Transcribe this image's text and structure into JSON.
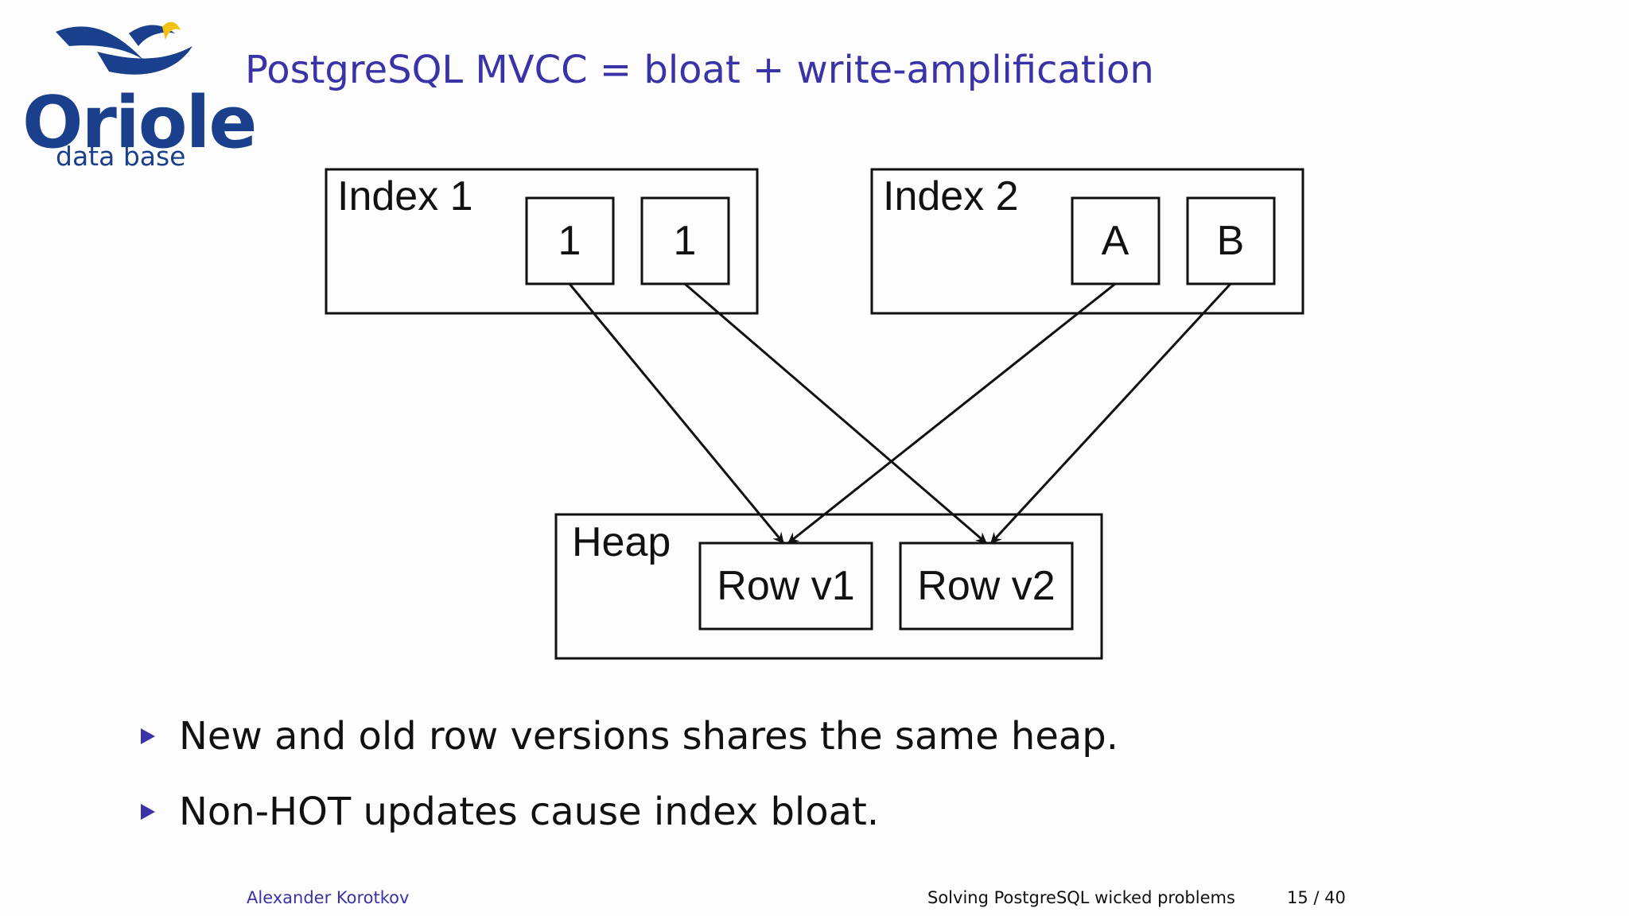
{
  "logo": {
    "name": "Oriole",
    "subtitle": "data base",
    "colors": {
      "primary": "#1a3f8c",
      "accent": "#f2c20c"
    }
  },
  "slide": {
    "title": "PostgreSQL MVCC = bloat + write-amplification"
  },
  "diagram": {
    "index1": {
      "label": "Index 1",
      "entries": [
        "1",
        "1"
      ]
    },
    "index2": {
      "label": "Index 2",
      "entries": [
        "A",
        "B"
      ]
    },
    "heap": {
      "label": "Heap",
      "rows": [
        "Row v1",
        "Row v2"
      ]
    },
    "pointers": [
      {
        "from": "Index 1 / 1 (first)",
        "to": "Row v1"
      },
      {
        "from": "Index 1 / 1 (second)",
        "to": "Row v2"
      },
      {
        "from": "Index 2 / A",
        "to": "Row v1"
      },
      {
        "from": "Index 2 / B",
        "to": "Row v2"
      }
    ]
  },
  "bullets": [
    "New and old row versions shares the same heap.",
    "Non-HOT updates cause index bloat."
  ],
  "footer": {
    "author": "Alexander Korotkov",
    "talk": "Solving PostgreSQL wicked problems",
    "page": "15 / 40"
  },
  "colors": {
    "title": "#3a33a8",
    "text": "#111111"
  }
}
